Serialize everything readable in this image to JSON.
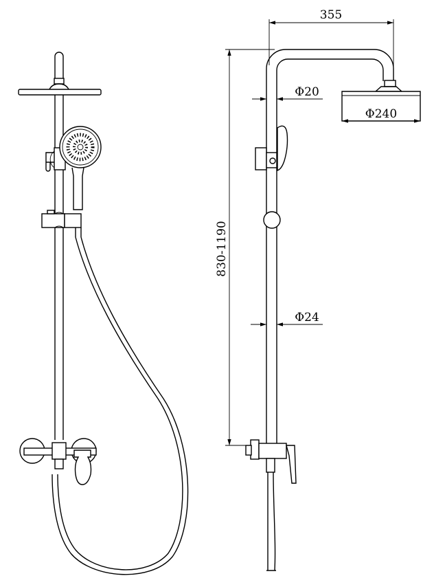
{
  "title": "Shower column technical drawing",
  "dimensions": {
    "arm_reach": "355",
    "arm_pipe_diameter": "Φ20",
    "head_diameter": "Φ240",
    "height_range": "830-1190",
    "riser_pipe_diameter": "Φ24"
  },
  "colors": {
    "line": "#000000",
    "background": "#ffffff"
  }
}
